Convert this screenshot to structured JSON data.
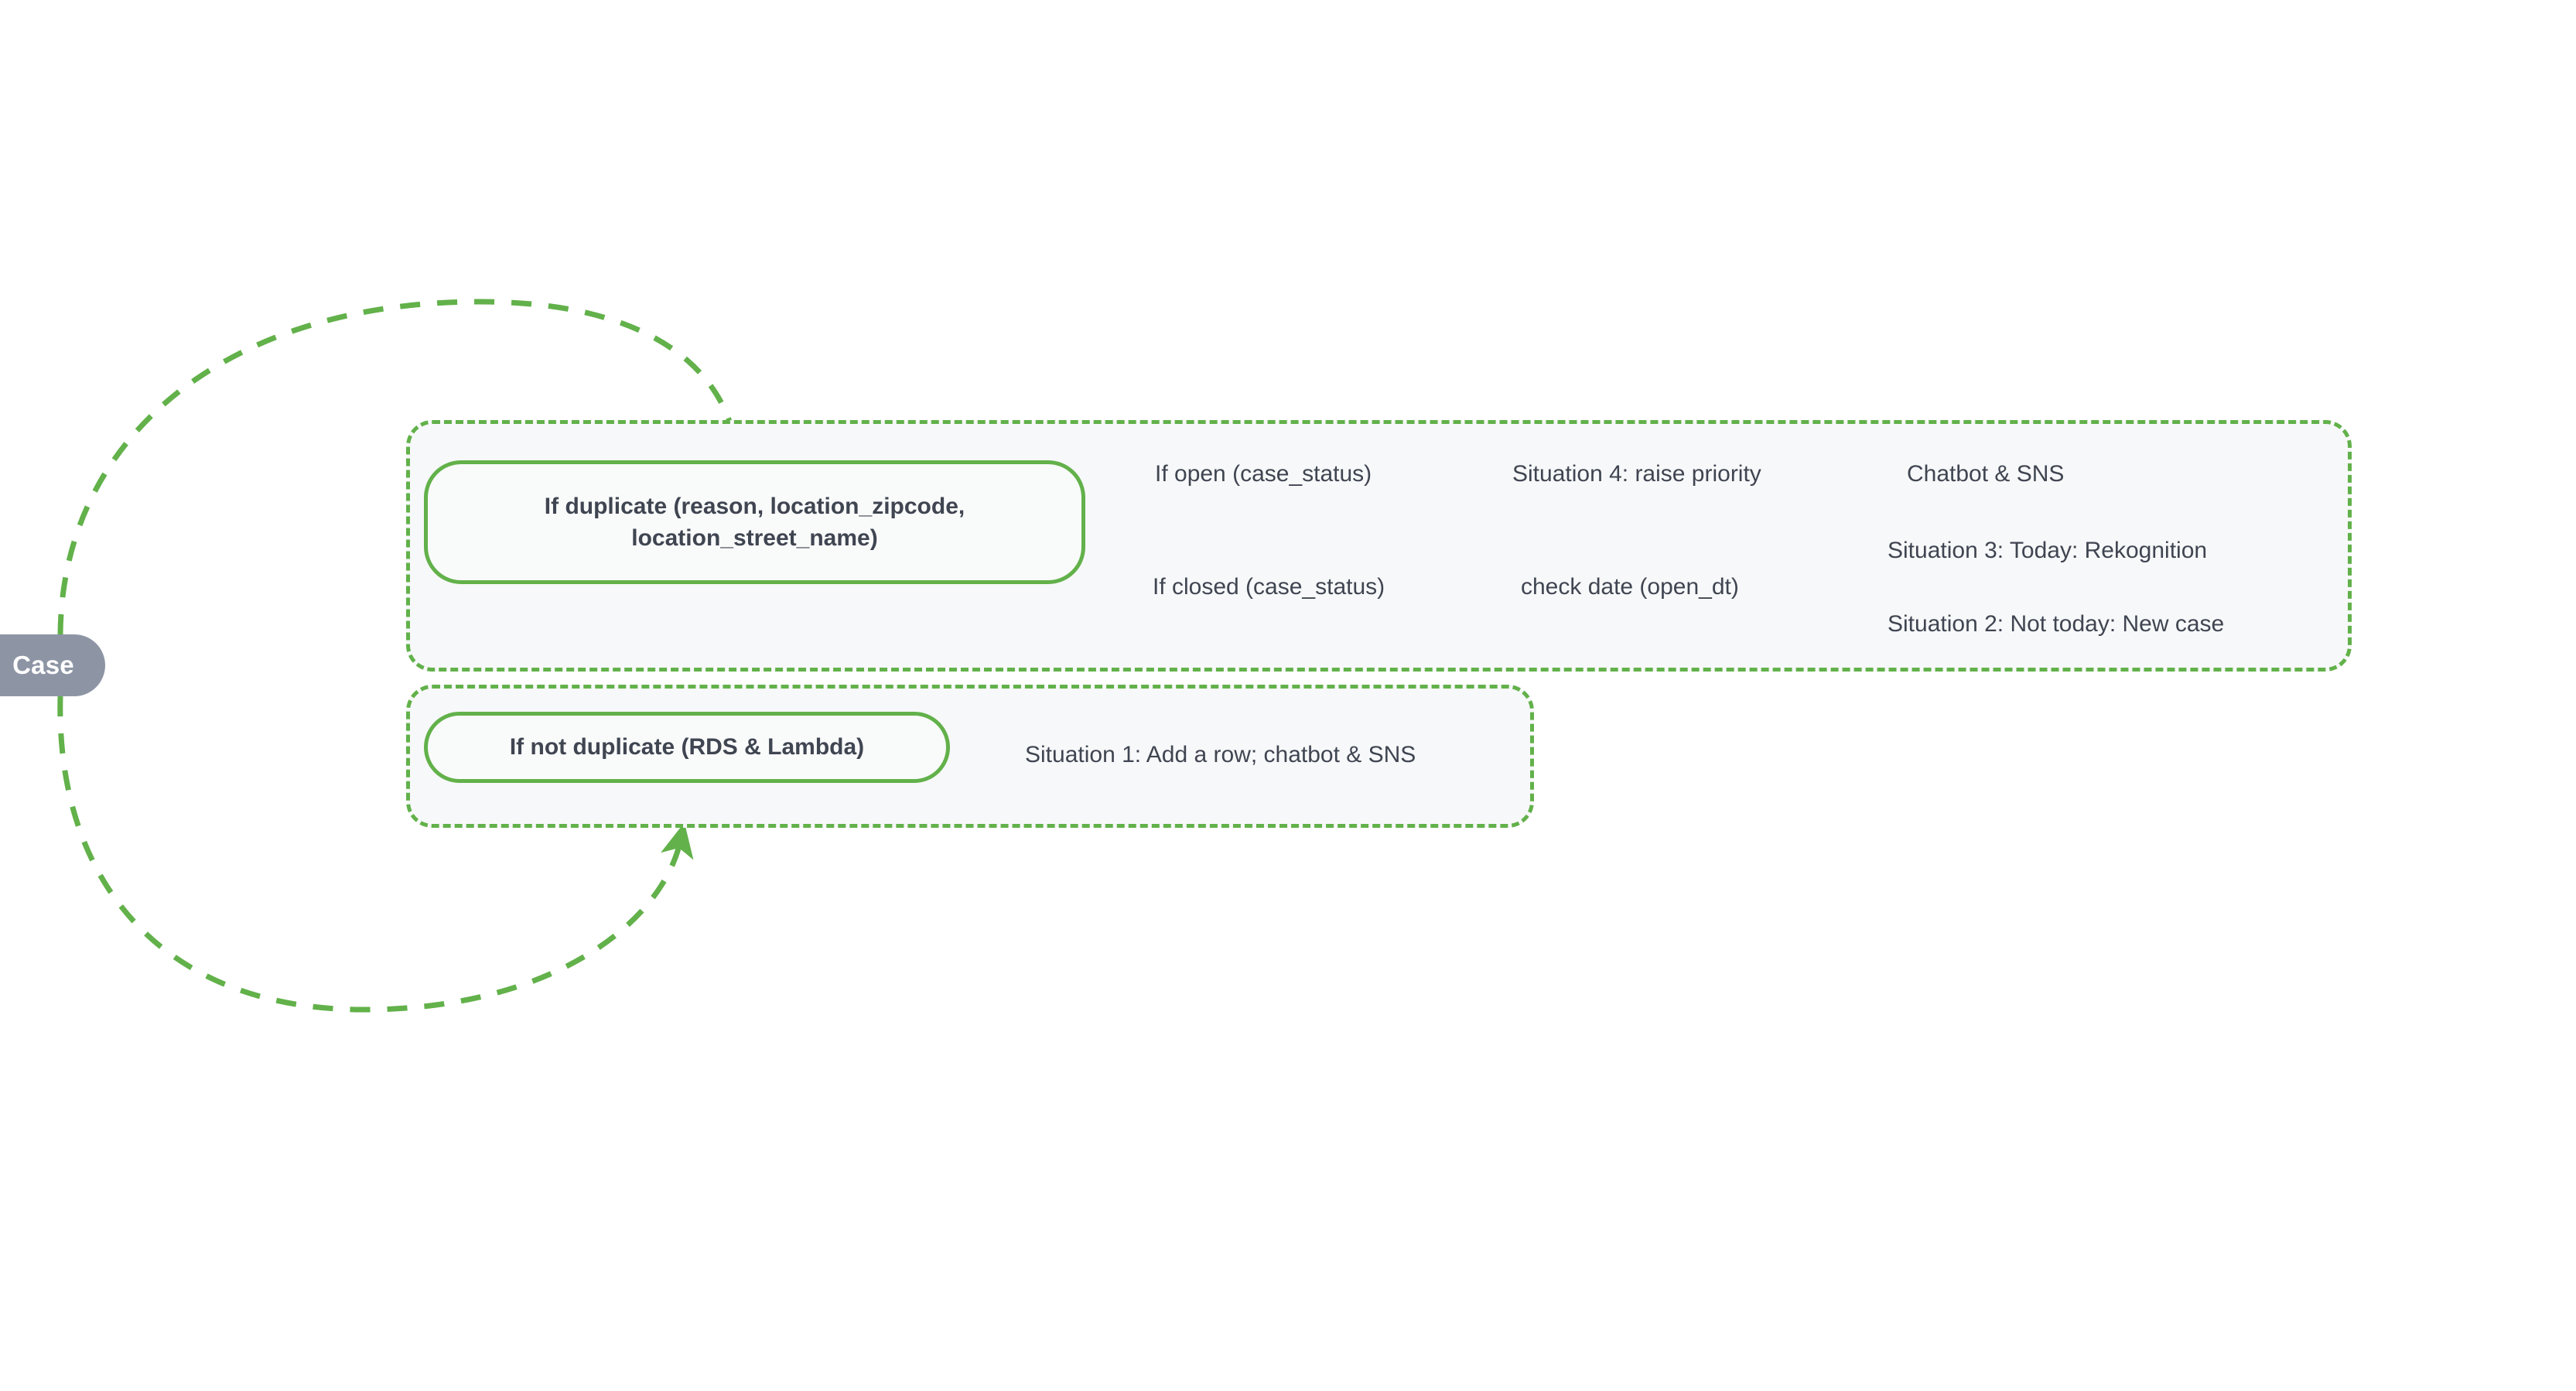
{
  "diagram": {
    "title_node": {
      "label": "Case"
    },
    "colors": {
      "green": "#62b14a",
      "root_pill": "#8d95a5",
      "text": "#3f4551",
      "connector": "#a2aab8",
      "group_fill": "#f7f8f9",
      "background": "#ffffff"
    },
    "groups": [
      {
        "name": "duplicate-branch",
        "node": {
          "label": "If duplicate (reason, location_zipcode, location_street_name)"
        },
        "branches": [
          {
            "condition": "If open (case_status)",
            "steps": [
              "Situation 4: raise priority",
              "Chatbot & SNS"
            ]
          },
          {
            "condition": "If closed (case_status)",
            "steps": [
              "check date (open_dt)"
            ],
            "outcomes": [
              "Situation 3: Today: Rekognition",
              "Situation 2: Not today: New case"
            ]
          }
        ]
      },
      {
        "name": "not-duplicate-branch",
        "node": {
          "label": "If not duplicate (RDS & Lambda)"
        },
        "branches": [
          {
            "condition": "",
            "steps": [
              "Situation 1: Add a row; chatbot & SNS"
            ]
          }
        ]
      }
    ],
    "leaves": {
      "if_open": "If open (case_status)",
      "situation4": "Situation 4: raise priority",
      "chatbot_sns": "Chatbot & SNS",
      "if_closed": "If closed (case_status)",
      "check_date": "check date (open_dt)",
      "situation3": "Situation 3: Today: Rekognition",
      "situation2": "Situation 2: Not today: New case",
      "situation1": "Situation 1: Add a row; chatbot & SNS"
    },
    "node_labels": {
      "duplicate_line1": "If duplicate (reason, location_zipcode,",
      "duplicate_line2": "location_street_name)",
      "not_duplicate": "If not duplicate (RDS & Lambda)"
    }
  }
}
